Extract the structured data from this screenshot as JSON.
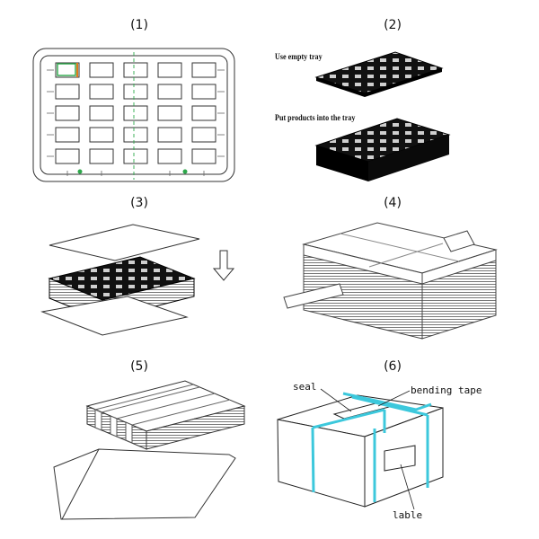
{
  "steps": [
    {
      "label": "(1)"
    },
    {
      "label": "(2)",
      "captions": [
        "Use empty tray",
        "Put products into the tray"
      ]
    },
    {
      "label": "(3)"
    },
    {
      "label": "(4)"
    },
    {
      "label": "(5)"
    },
    {
      "label": "(6)",
      "callouts": [
        "seal",
        "bending tape",
        "lable"
      ]
    }
  ],
  "colors": {
    "line": "#1a1a1a",
    "tape": "#3cc8dc",
    "tray_fill": "#0d0d0d",
    "green_guide": "#2ca84a",
    "orange_mark": "#e07b1a"
  },
  "icons": [
    "down-arrow-icon"
  ]
}
